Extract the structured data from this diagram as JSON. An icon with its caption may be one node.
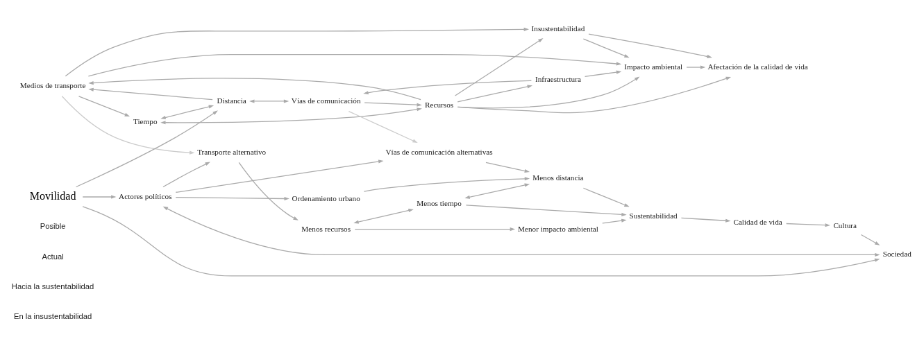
{
  "diagram": {
    "nodes": [
      {
        "text": [
          "Medios de transporte"
        ]
      },
      {
        "text": [
          "Insustentabilidad"
        ]
      },
      {
        "text": [
          "Afectación de la calidad de vida"
        ]
      },
      {
        "text": [
          "Recursos"
        ]
      },
      {
        "text": [
          "Tiempo"
        ]
      },
      {
        "text": [
          "Distancia"
        ]
      },
      {
        "text": [
          "Impacto ambiental"
        ]
      },
      {
        "text": [
          "Infraestructura"
        ]
      },
      {
        "text": [
          "Vías de comunicación"
        ]
      },
      {
        "text": [
          "Movilidad"
        ]
      },
      {
        "text": [
          "Transporte alternativo"
        ]
      },
      {
        "text": [
          "Actores políticos"
        ]
      },
      {
        "text": [
          "Ordenamiento urbano"
        ]
      },
      {
        "text": [
          "Sociedad"
        ]
      },
      {
        "text": [
          "Vías de comunicación alternativas"
        ]
      },
      {
        "text": [
          "Menos recursos"
        ]
      },
      {
        "text": [
          "Menor impacto ambiental"
        ]
      },
      {
        "text": [
          "Menos tiempo"
        ]
      },
      {
        "text": [
          "Sustentabilidad"
        ]
      },
      {
        "text": [
          "Menos distancia"
        ]
      },
      {
        "text": [
          "Calidad de vida"
        ]
      },
      {
        "text": [
          "Cultura"
        ]
      }
    ],
    "edges": [
      {
        "from": 0,
        "to": 1,
        "arrow": "to"
      },
      {
        "from": 0,
        "to": 6,
        "arrow": "to"
      },
      {
        "from": 0,
        "to": 4,
        "arrow": "to"
      },
      {
        "from": 1,
        "to": 2,
        "arrow": "to"
      },
      {
        "from": 1,
        "to": 6,
        "arrow": "to"
      },
      {
        "from": 3,
        "to": 1,
        "arrow": "to"
      },
      {
        "from": 3,
        "to": 0,
        "arrow": "to"
      },
      {
        "from": 3,
        "to": 2,
        "arrow": "to"
      },
      {
        "from": 3,
        "to": 6,
        "arrow": "to"
      },
      {
        "from": 3,
        "to": 7,
        "arrow": "to"
      },
      {
        "from": 3,
        "to": 4,
        "arrow": "both"
      },
      {
        "from": 4,
        "to": 5,
        "arrow": "both"
      },
      {
        "from": 5,
        "to": 0,
        "arrow": "to"
      },
      {
        "from": 8,
        "to": 3,
        "arrow": "to"
      },
      {
        "from": 5,
        "to": 8,
        "arrow": "both"
      },
      {
        "from": 7,
        "to": 6,
        "arrow": "to"
      },
      {
        "from": 7,
        "to": 8,
        "arrow": "to"
      },
      {
        "from": 6,
        "to": 2,
        "arrow": "to"
      },
      {
        "from": 9,
        "to": 5,
        "arrow": "to"
      },
      {
        "from": 0,
        "to": 10,
        "arrow": "to",
        "color": "#cccccc"
      },
      {
        "from": 8,
        "to": 14,
        "arrow": "to",
        "color": "#cccccc"
      },
      {
        "from": 9,
        "to": 11,
        "arrow": "to"
      },
      {
        "from": 9,
        "to": 13,
        "arrow": "to"
      },
      {
        "from": 11,
        "to": 13,
        "arrow": "both"
      },
      {
        "from": 11,
        "to": 10,
        "arrow": "to"
      },
      {
        "from": 11,
        "to": 12,
        "arrow": "to"
      },
      {
        "from": 11,
        "to": 14,
        "arrow": "to"
      },
      {
        "from": 10,
        "to": 15,
        "arrow": "to"
      },
      {
        "from": 15,
        "to": 17,
        "arrow": "both"
      },
      {
        "from": 17,
        "to": 19,
        "arrow": "both"
      },
      {
        "from": 12,
        "to": 19,
        "arrow": "to"
      },
      {
        "from": 14,
        "to": 19,
        "arrow": "to"
      },
      {
        "from": 15,
        "to": 16,
        "arrow": "to"
      },
      {
        "from": 16,
        "to": 18,
        "arrow": "to"
      },
      {
        "from": 17,
        "to": 18,
        "arrow": "to"
      },
      {
        "from": 19,
        "to": 18,
        "arrow": "to"
      },
      {
        "from": 18,
        "to": 20,
        "arrow": "to"
      },
      {
        "from": 20,
        "to": 21,
        "arrow": "to"
      },
      {
        "from": 21,
        "to": 13,
        "arrow": "to"
      }
    ],
    "labels": [
      "En la insustentabilidad",
      "Hacia la sustentabilidad",
      "Actual",
      "Posible"
    ]
  }
}
